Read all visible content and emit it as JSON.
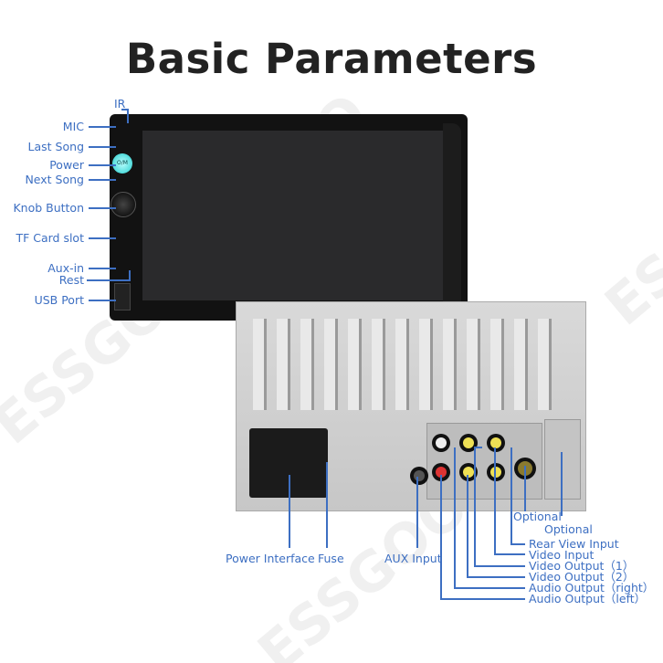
{
  "title": "Basic Parameters",
  "watermark": "ESSGOO",
  "front_labels": [
    "IR",
    "MIC",
    "Last Song",
    "Power",
    "Next Song",
    "Knob Button",
    "TF Card slot",
    "Aux-in",
    "Rest",
    "USB Port"
  ],
  "power_button_text": "O/M",
  "bottom_labels": {
    "power_interface": "Power Interface",
    "fuse": "Fuse",
    "aux_input": "AUX Input"
  },
  "right_labels": [
    "Optional",
    "Optional",
    "Rear View Input",
    "Video Input",
    "Video Output（1）",
    "Video Output（2）",
    "Audio Output（right）",
    "Audio Output（left）"
  ],
  "label_color": "#3d6fc2"
}
